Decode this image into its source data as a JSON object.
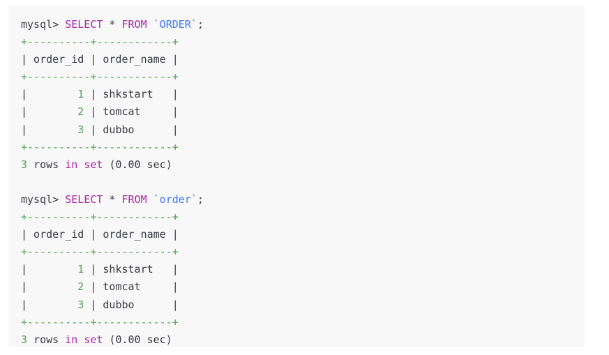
{
  "blocks": [
    {
      "prompt": "mysql>",
      "kw_select": "SELECT",
      "star": "*",
      "kw_from": "FROM",
      "identifier": "`ORDER`",
      "terminator": ";",
      "separator": "+----------+------------+",
      "header": "| order_id | order_name |",
      "rows": [
        {
          "pad": "|        ",
          "id": "1",
          "rest": " | shkstart   |"
        },
        {
          "pad": "|        ",
          "id": "2",
          "rest": " | tomcat     |"
        },
        {
          "pad": "|        ",
          "id": "3",
          "rest": " | dubbo      |"
        }
      ],
      "result_count": "3",
      "result_rows": "rows",
      "result_in": "in",
      "result_set": "set",
      "result_time": "(0.00 sec)"
    },
    {
      "prompt": "mysql>",
      "kw_select": "SELECT",
      "star": "*",
      "kw_from": "FROM",
      "identifier": "`order`",
      "terminator": ";",
      "separator": "+----------+------------+",
      "header": "| order_id | order_name |",
      "rows": [
        {
          "pad": "|        ",
          "id": "1",
          "rest": " | shkstart   |"
        },
        {
          "pad": "|        ",
          "id": "2",
          "rest": " | tomcat     |"
        },
        {
          "pad": "|        ",
          "id": "3",
          "rest": " | dubbo      |"
        }
      ],
      "result_count": "3",
      "result_rows": "rows",
      "result_in": "in",
      "result_set": "set",
      "result_time": "(0.00 sec)"
    }
  ]
}
